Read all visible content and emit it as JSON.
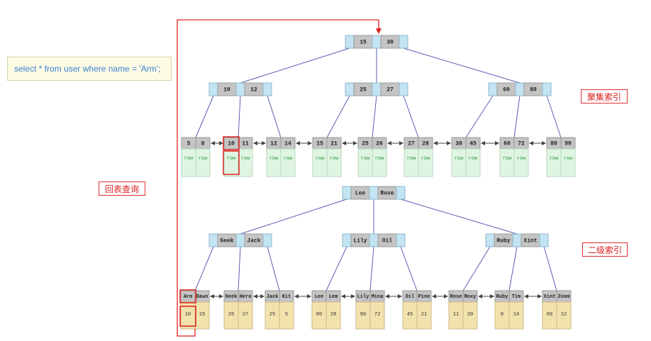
{
  "sql": "select * from user where name = 'Arm';",
  "labels": {
    "clustered_index": "聚集索引",
    "secondary_index": "二级索引",
    "back_to_table": "回表查询"
  },
  "row_label": "row",
  "clustered": {
    "root": [
      "15",
      "30"
    ],
    "level1": [
      [
        "10",
        "12"
      ],
      [
        "25",
        "27"
      ],
      [
        "60",
        "80"
      ]
    ],
    "leaves": [
      [
        "5",
        "8"
      ],
      [
        "10",
        "11"
      ],
      [
        "12",
        "14"
      ],
      [
        "15",
        "21"
      ],
      [
        "25",
        "26"
      ],
      [
        "27",
        "28"
      ],
      [
        "30",
        "45"
      ],
      [
        "60",
        "72"
      ],
      [
        "80",
        "90"
      ]
    ]
  },
  "secondary": {
    "root": [
      "Lee",
      "Rose"
    ],
    "level1": [
      [
        "Geek",
        "Jack"
      ],
      [
        "Lily",
        "Oil"
      ],
      [
        "Ruby",
        "Xint"
      ]
    ],
    "leaves": [
      {
        "keys": [
          "Arm",
          "Dawn"
        ],
        "ids": [
          "10",
          "15"
        ]
      },
      {
        "keys": [
          "Geek",
          "Hero"
        ],
        "ids": [
          "26",
          "27"
        ]
      },
      {
        "keys": [
          "Jack",
          "Kit"
        ],
        "ids": [
          "25",
          "5"
        ]
      },
      {
        "keys": [
          "Lee",
          "Lem"
        ],
        "ids": [
          "80",
          "28"
        ]
      },
      {
        "keys": [
          "Lily",
          "Mina"
        ],
        "ids": [
          "90",
          "72"
        ]
      },
      {
        "keys": [
          "Oil",
          "Pine"
        ],
        "ids": [
          "45",
          "21"
        ]
      },
      {
        "keys": [
          "Rose",
          "Roxy"
        ],
        "ids": [
          "11",
          "30"
        ]
      },
      {
        "keys": [
          "Ruby",
          "Tim"
        ],
        "ids": [
          "8",
          "14"
        ]
      },
      {
        "keys": [
          "Xint",
          "Zoom"
        ],
        "ids": [
          "60",
          "12"
        ]
      }
    ]
  },
  "colors": {
    "edge": "#5a5fb0",
    "highlight": "#e02020",
    "key_fill": "#c4c4c4",
    "pointer_fill": "#c3e4f2",
    "row_fill": "#dff5e2",
    "row_text": "#2e9a3e",
    "id_fill": "#f2e2ad"
  }
}
